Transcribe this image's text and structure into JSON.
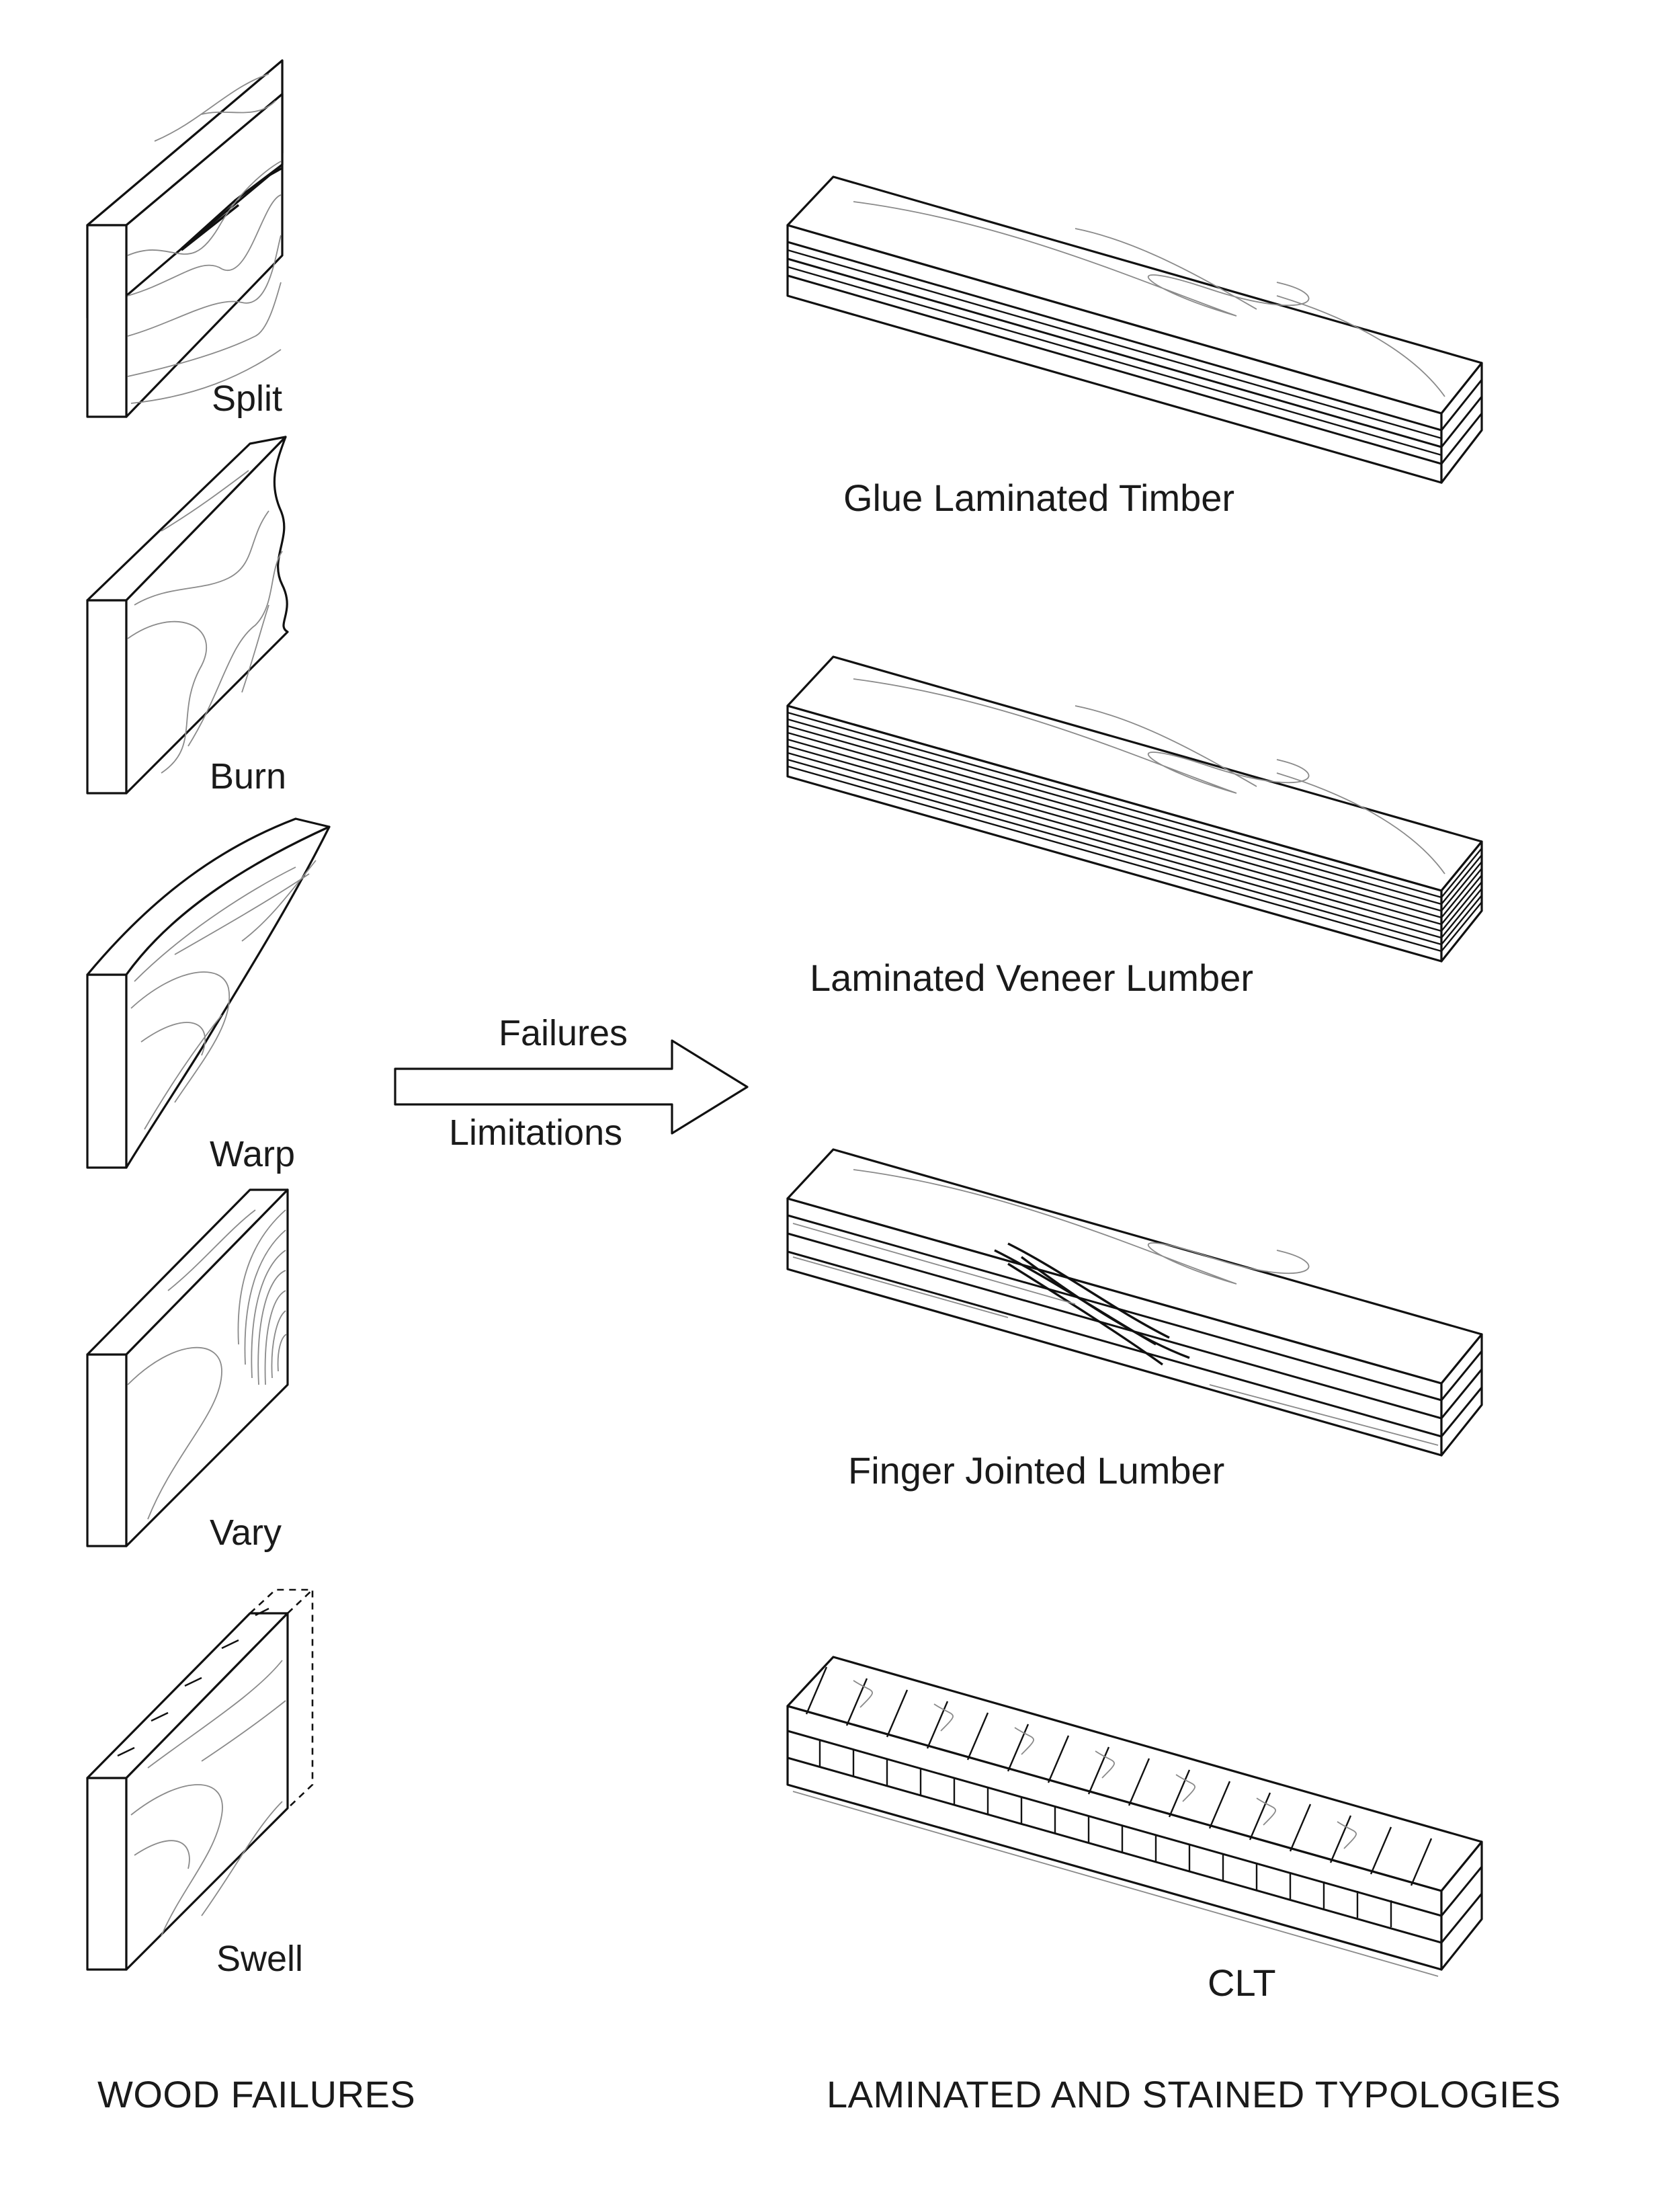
{
  "failures": {
    "heading": "WOOD FAILURES",
    "items": [
      "Split",
      "Burn",
      "Warp",
      "Vary",
      "Swell"
    ]
  },
  "arrow": {
    "top_label": "Failures",
    "bottom_label": "Limitations"
  },
  "typologies": {
    "heading": "LAMINATED AND STAINED TYPOLOGIES",
    "items": [
      "Glue Laminated Timber",
      "Laminated Veneer Lumber",
      "Finger Jointed Lumber",
      "CLT"
    ]
  }
}
